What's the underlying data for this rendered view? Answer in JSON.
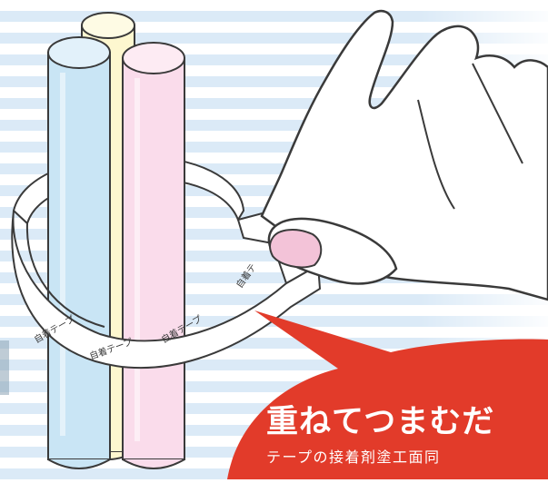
{
  "colors": {
    "background_stripe": "#dbeaf7",
    "bar_blue": "#c9e5f5",
    "bar_yellow": "#fdf7cf",
    "bar_pink": "#fadceb",
    "fingertip_pink": "#f3c3d8",
    "callout_red": "#e23b2a"
  },
  "tape": {
    "labels": [
      "自着テープ",
      "自着テープ",
      "自着テープ",
      "自着テ"
    ]
  },
  "callout": {
    "headline": "重ねてつまむだ",
    "subline": "テープの接着剤塗工面同"
  }
}
